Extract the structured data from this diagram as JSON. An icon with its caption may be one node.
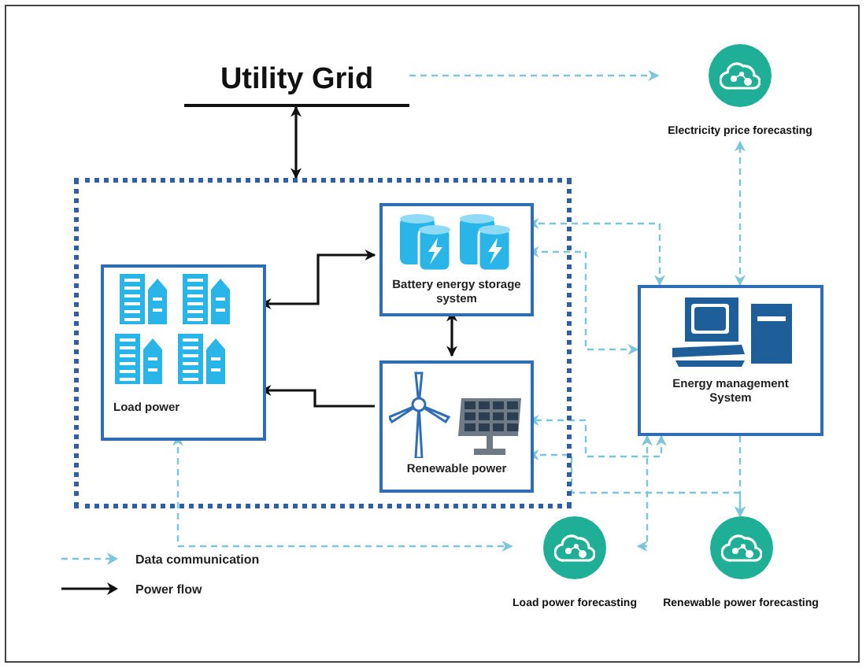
{
  "diagram": {
    "nodes": [
      {
        "text": [
          "Utility Grid"
        ]
      },
      {
        "text": [],
        "shape": "box"
      },
      {
        "text": [
          "Load power"
        ],
        "in": 1
      },
      {
        "text": [
          "Battery energy storage system"
        ],
        "in": 1
      },
      {
        "text": [
          "Renewable power"
        ],
        "in": 1
      },
      {
        "text": [
          "Energy management System"
        ]
      },
      {
        "text": [
          "Electricity price forecasting"
        ]
      },
      {
        "text": [
          "Load power forecasting"
        ]
      },
      {
        "text": [
          "Renewable power forecasting"
        ]
      }
    ],
    "edges": [
      {
        "from": 0,
        "to": 1,
        "arrow": "both",
        "color": "#111111"
      },
      {
        "from": 3,
        "to": 2,
        "arrow": "both",
        "color": "#111111"
      },
      {
        "from": 4,
        "to": 2,
        "arrow": "to",
        "color": "#111111"
      },
      {
        "from": 3,
        "to": 4,
        "arrow": "both",
        "color": "#111111"
      },
      {
        "from": 0,
        "to": 6,
        "arrow": "to",
        "style": "dashed"
      },
      {
        "from": 5,
        "to": 6,
        "arrow": "both",
        "style": "dashed"
      },
      {
        "from": 5,
        "to": 3,
        "arrow": "both",
        "style": "dashed"
      },
      {
        "from": 5,
        "to": 3,
        "arrow": "both",
        "style": "dashed"
      },
      {
        "from": 5,
        "to": 4,
        "arrow": "both",
        "style": "dashed"
      },
      {
        "from": 4,
        "to": 8,
        "arrow": "both",
        "style": "dashed"
      },
      {
        "from": 5,
        "to": 8,
        "arrow": "to",
        "style": "dashed"
      },
      {
        "from": 5,
        "to": 7,
        "arrow": "both",
        "style": "dashed"
      },
      {
        "from": 2,
        "to": 7,
        "arrow": "both",
        "style": "dashed"
      }
    ],
    "legend": [
      {
        "text": "Data communication"
      },
      {
        "text": "Power flow"
      }
    ]
  }
}
